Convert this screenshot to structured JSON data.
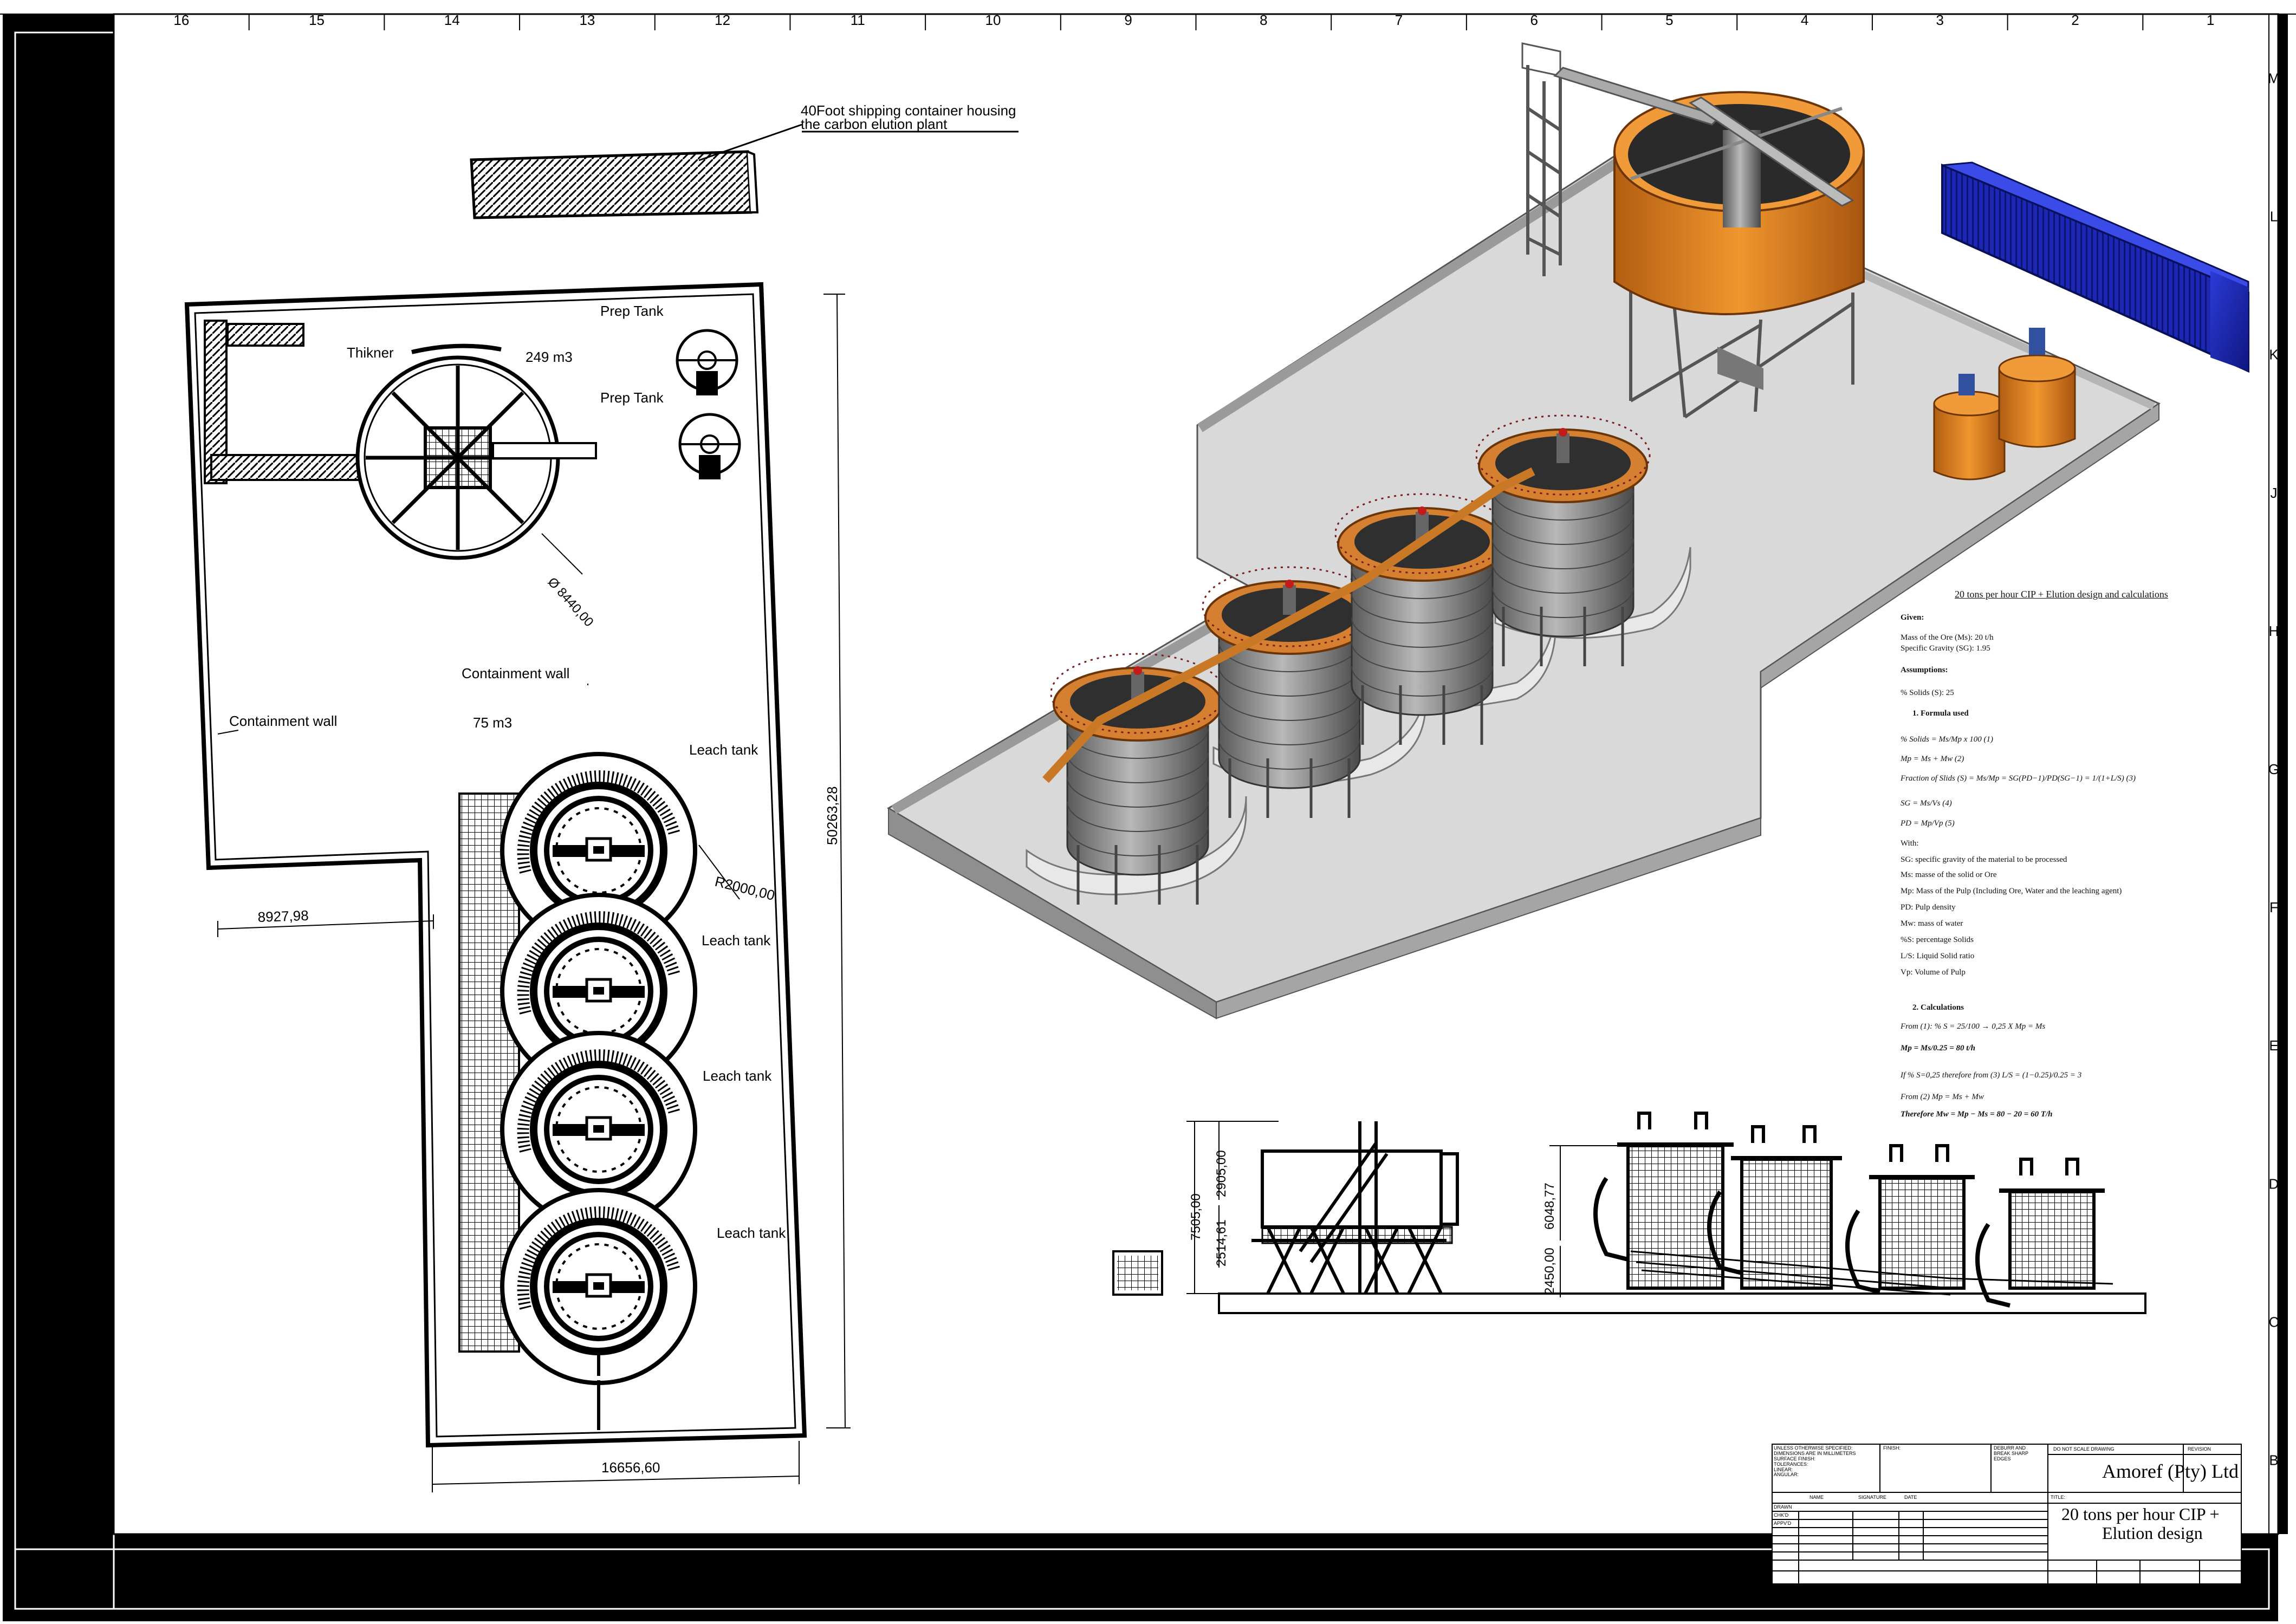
{
  "frame": {
    "columns": [
      "16",
      "15",
      "14",
      "13",
      "12",
      "11",
      "10",
      "9",
      "8",
      "7",
      "6",
      "5",
      "4",
      "3",
      "2",
      "1"
    ],
    "rows": [
      "M",
      "L",
      "K",
      "J",
      "H",
      "G",
      "F",
      "E",
      "D",
      "C",
      "B"
    ]
  },
  "plan": {
    "container_note_line1": "40Foot shipping container housing",
    "container_note_line2": "the carbon elution plant",
    "thickener_label": "Thikner",
    "thickener_volume": "249 m3",
    "thickener_dia": "Ø 8440,00",
    "prep_tank_1": "Prep Tank",
    "prep_tank_2": "Prep Tank",
    "containment_wall_top": "Containment wall",
    "containment_wall_left": "Containment wall",
    "leach_volume": "75 m3",
    "leach_tank_1": "Leach tank",
    "leach_tank_2": "Leach tank",
    "leach_tank_3": "Leach tank",
    "leach_tank_4": "Leach tank",
    "radius": "R2000,00",
    "dim_left": "8927,98",
    "dim_height": "50263,28",
    "dim_width": "16656,60"
  },
  "elevation": {
    "dim_total": "7505,00",
    "dim_upper": "2905,00",
    "dim_lower": "2514,61",
    "dim_tank_height": "6048,77",
    "dim_base": "2450,00"
  },
  "calc": {
    "title": "20 tons per hour CIP + Elution design and calculations",
    "given_head": "Given:",
    "given_1": "Mass of the Ore (Ms): 20 t/h",
    "given_2": "Specific Gravity (SG): 1.95",
    "assump_head": "Assumptions:",
    "assump_1": "% Solids (S): 25",
    "formula_head": "1.    Formula used",
    "f1": "% Solids = Ms/Mp x 100 (1)",
    "f2": "Mp = Ms + Mw (2)",
    "f3": "Fraction of Slids (S) = Ms/Mp = SG(PD−1)/PD(SG−1) = 1/(1+L/S) (3)",
    "f4": "SG = Ms/Vs (4)",
    "f5": "PD = Mp/Vp (5)",
    "with": "With:",
    "w1": "SG: specific gravity of the material to be processed",
    "w2": "Ms: masse of the solid or Ore",
    "w3": "Mp: Mass of the Pulp (Including Ore, Water and the leaching agent)",
    "w4": "PD: Pulp density",
    "w5": "Mw: mass of water",
    "w6": "%S: percentage Solids",
    "w7": "L/S: Liquid Solid ratio",
    "w8": "Vp: Volume of Pulp",
    "calc_head": "2.    Calculations",
    "c1": "From (1): % S = 25/100 → 0,25 X Mp = Ms",
    "c2": "Mp = Ms/0.25 = 80 t/h",
    "c3": "If % S=0,25 therefore from (3) L/S = (1−0.25)/0.25 = 3",
    "c4": "From (2) Mp = Ms + Mw",
    "c5": "Therefore Mw = Mp − Ms = 80 − 20 = 60 T/h"
  },
  "title_block": {
    "tol": "UNLESS OTHERWISE SPECIFIED:\nDIMENSIONS ARE IN MILLIMETERS\nSURFACE FINISH:\nTOLERANCES:\n  LINEAR:\n  ANGULAR:",
    "finish": "FINISH:",
    "deburr": "DEBURR AND\nBREAK SHARP\nEDGES",
    "noscale": "DO NOT SCALE DRAWING",
    "revision": "REVISION",
    "company": "Amoref (Pty) Ltd",
    "name_h": "NAME",
    "sig_h": "SIGNATURE",
    "date_h": "DATE",
    "title_h": "TITLE:",
    "drawn": "DRAWN",
    "chkd": "CHK'D",
    "appvd": "APPV'D",
    "title_1": "20 tons per hour CIP +",
    "title_2": "Elution design"
  }
}
